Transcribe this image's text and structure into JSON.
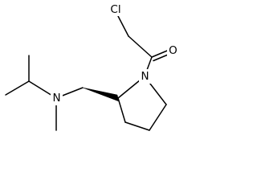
{
  "molecule": {
    "atom_labels": {
      "chlorine": "Cl",
      "carbonyl_oxygen": "O",
      "ring_nitrogen": "N",
      "amine_nitrogen": "N"
    },
    "colors": {
      "bond": "#000000",
      "label": "#000000",
      "background": "#ffffff"
    }
  }
}
